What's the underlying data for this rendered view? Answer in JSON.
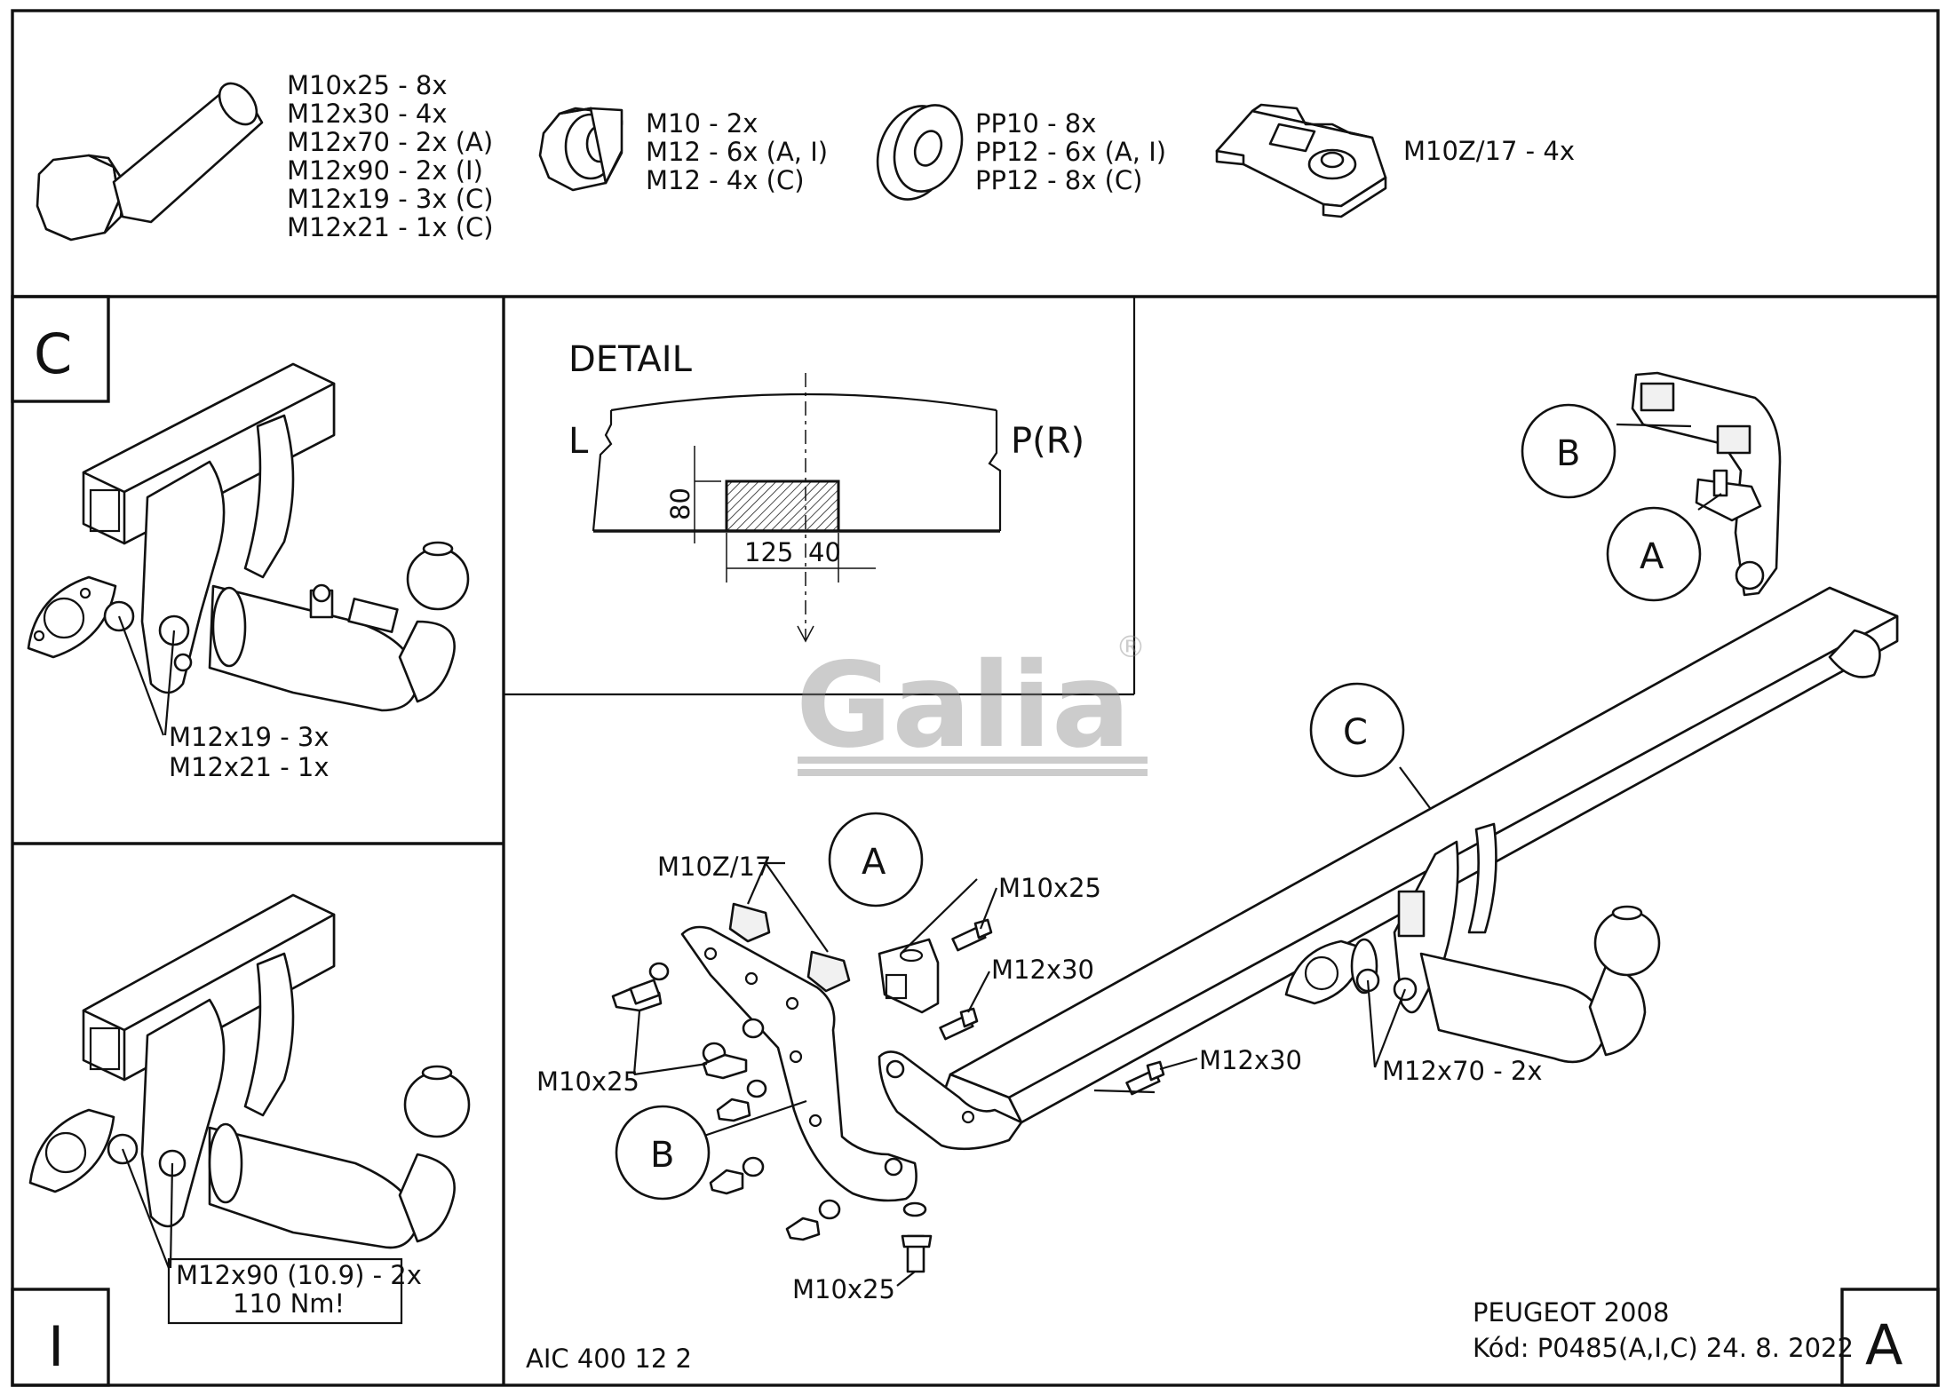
{
  "parts_list": {
    "bolts": [
      "M10x25 - 8x",
      "M12x30 - 4x",
      "M12x70 - 2x (A)",
      "M12x90 - 2x (I)",
      "M12x19 - 3x (C)",
      "M12x21 - 1x (C)"
    ],
    "nuts": [
      "M10 - 2x",
      "M12 - 6x (A, I)",
      "M12 - 4x (C)"
    ],
    "washers": [
      "PP10 - 8x",
      "PP12 - 6x (A, I)",
      "PP12 - 8x (C)"
    ],
    "cage_nut": "M10Z/17 - 4x",
    "icons": [
      "hex-bolt",
      "hex-nut",
      "flat-washer",
      "cage-nut"
    ]
  },
  "panel_c": {
    "tag": "C",
    "bolt_labels": [
      "M12x19 - 3x",
      "M12x21 - 1x"
    ]
  },
  "panel_i": {
    "tag": "I",
    "bolt_labels": [
      "M12x90 (10.9) - 2x",
      "110 Nm!"
    ]
  },
  "detail": {
    "title": "DETAIL",
    "left": "L",
    "right": "P(R)",
    "dim_height": "80",
    "dim_width_1": "125",
    "dim_width_2": "40"
  },
  "main": {
    "tag": "A",
    "callouts": {
      "b_top": "B",
      "a_top": "A",
      "c_bar": "C",
      "a_mid": "A",
      "b_mid": "B"
    },
    "labels": {
      "m10z17": "M10Z/17",
      "m10x25_top": "M10x25",
      "m12x30_top": "M12x30",
      "m10x25_left": "M10x25",
      "m12x30_bar": "M12x30",
      "m12x70": "M12x70 - 2x",
      "m10x25_bottom": "M10x25"
    },
    "logo": "Galia",
    "logo_reg": "®"
  },
  "footer": {
    "code_left": "AIC 400 12 2",
    "vehicle": "PEUGEOT 2008",
    "code_right": "Kód: P0485(A,I,C)  24. 8. 2022"
  }
}
